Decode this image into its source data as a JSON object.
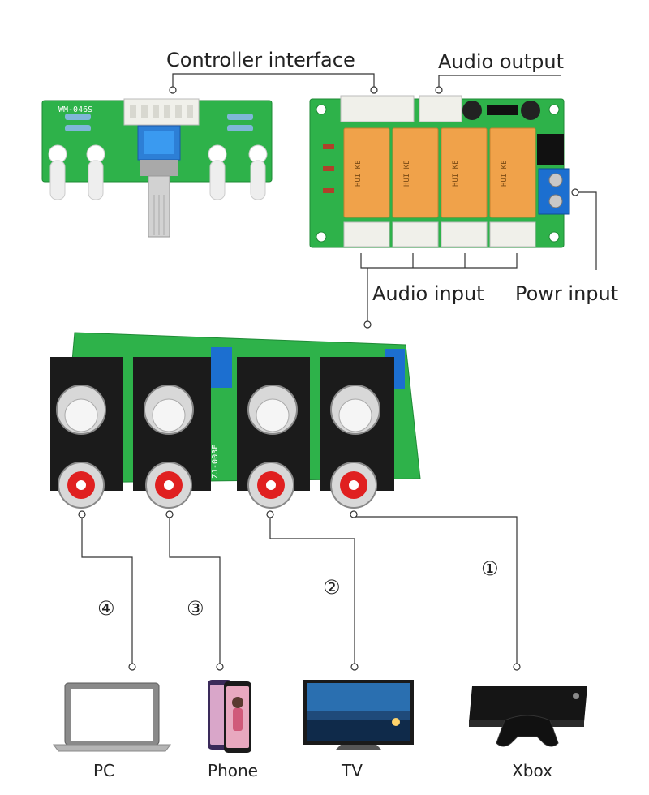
{
  "labels": {
    "controller_interface": "Controller interface",
    "audio_output": "Audio output",
    "audio_input": "Audio input",
    "power_input": "Powr input"
  },
  "channels": {
    "ch1": "①",
    "ch2": "②",
    "ch3": "③",
    "ch4": "④"
  },
  "devices": {
    "pc": "PC",
    "phone": "Phone",
    "tv": "TV",
    "xbox": "Xbox"
  },
  "pcb_text": {
    "control_board_model": "WM-046S",
    "relay_text": "HUI KE",
    "rca_board_text": "ZJ-003F"
  },
  "colors": {
    "pcb_green": "#2eb24a",
    "relay_orange": "#f0a24a",
    "terminal_blue": "#1c6fd0",
    "rca_red": "#e02020",
    "line": "#333333"
  }
}
